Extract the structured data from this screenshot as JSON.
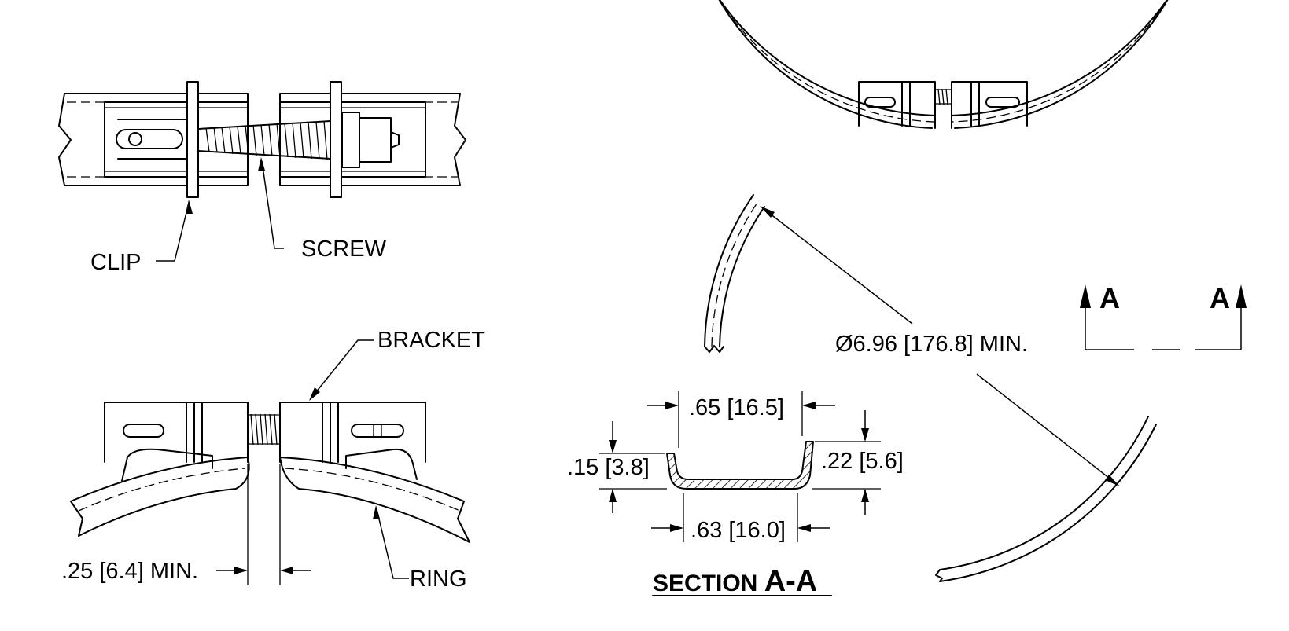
{
  "labels": {
    "clip": "CLIP",
    "screw": "SCREW",
    "bracket": "BRACKET",
    "ring": "RING",
    "min_gap": ".25 [6.4] MIN.",
    "diameter": "Ø6.96 [176.8] MIN.",
    "section_prefix": "SECTION ",
    "section_name": "A-A",
    "cut_left": "A",
    "cut_right": "A"
  },
  "dimensions": {
    "top_width": ".65 [16.5]",
    "bottom_width": ".63 [16.0]",
    "left_height": ".15 [3.8]",
    "right_height": ".22 [5.6]"
  }
}
